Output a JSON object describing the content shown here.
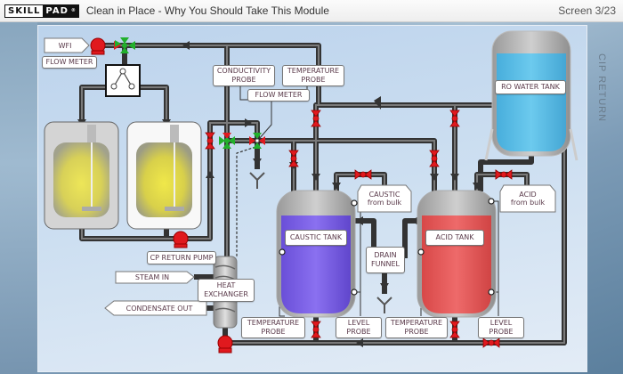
{
  "header": {
    "logo_left": "SKILL",
    "logo_right": "PAD",
    "title": "Clean in Place - Why You Should Take This Module",
    "screen_indicator": "Screen 3/23"
  },
  "background": {
    "side_label": "CIP RETURN"
  },
  "diagram": {
    "labels": {
      "wfi": "WFI",
      "flow_meter_left": "FLOW METER",
      "conductivity_probe_1": "CONDUCTIVITY",
      "conductivity_probe_2": "PROBE",
      "temperature_probe_top_1": "TEMPERATURE",
      "temperature_probe_top_2": "PROBE",
      "flow_meter_center": "FLOW METER",
      "ro_water_tank": "RO WATER TANK",
      "caustic_bulk_1": "CAUSTIC",
      "caustic_bulk_2": "from bulk",
      "acid_bulk_1": "ACID",
      "acid_bulk_2": "from bulk",
      "caustic_tank": "CAUSTIC TANK",
      "acid_tank": "ACID TANK",
      "drain_funnel_1": "DRAIN",
      "drain_funnel_2": "FUNNEL",
      "cp_return_pump": "CP RETURN PUMP",
      "steam_in": "STEAM IN",
      "heat_exchanger_1": "HEAT",
      "heat_exchanger_2": "EXCHANGER",
      "condensate_out": "CONDENSATE OUT",
      "temp_probe_caustic_1": "TEMPERATURE",
      "temp_probe_caustic_2": "PROBE",
      "level_probe_caustic_1": "LEVEL",
      "level_probe_caustic_2": "PROBE",
      "temp_probe_acid_1": "TEMPERATURE",
      "temp_probe_acid_2": "PROBE",
      "level_probe_acid_1": "LEVEL",
      "level_probe_acid_2": "PROBE"
    },
    "colors": {
      "pipe": "#4a4a4a",
      "valve_closed": "#e0191e",
      "valve_open": "#22b02c",
      "caustic_fluid": "#7a5ce6",
      "acid_fluid": "#e45a5a",
      "ro_water": "#5ab8e0",
      "process_fluid": "#e8e040"
    }
  }
}
